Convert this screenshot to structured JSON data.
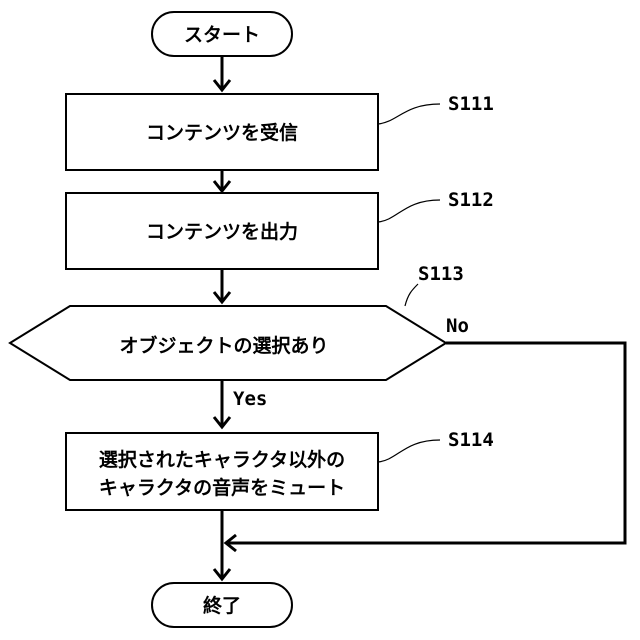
{
  "start_label": "スタート",
  "end_label": "終了",
  "steps": {
    "s111": {
      "label": "S111",
      "text": "コンテンツを受信"
    },
    "s112": {
      "label": "S112",
      "text": "コンテンツを出力"
    },
    "s113": {
      "label": "S113",
      "text": "オブジェクトの選択あり"
    },
    "s114": {
      "label": "S114",
      "line1": "選択されたキャラクタ以外の",
      "line2": "キャラクタの音声をミュート"
    }
  },
  "branch": {
    "yes": "Yes",
    "no": "No"
  },
  "colors": {
    "stroke": "#000000",
    "background": "#ffffff"
  }
}
